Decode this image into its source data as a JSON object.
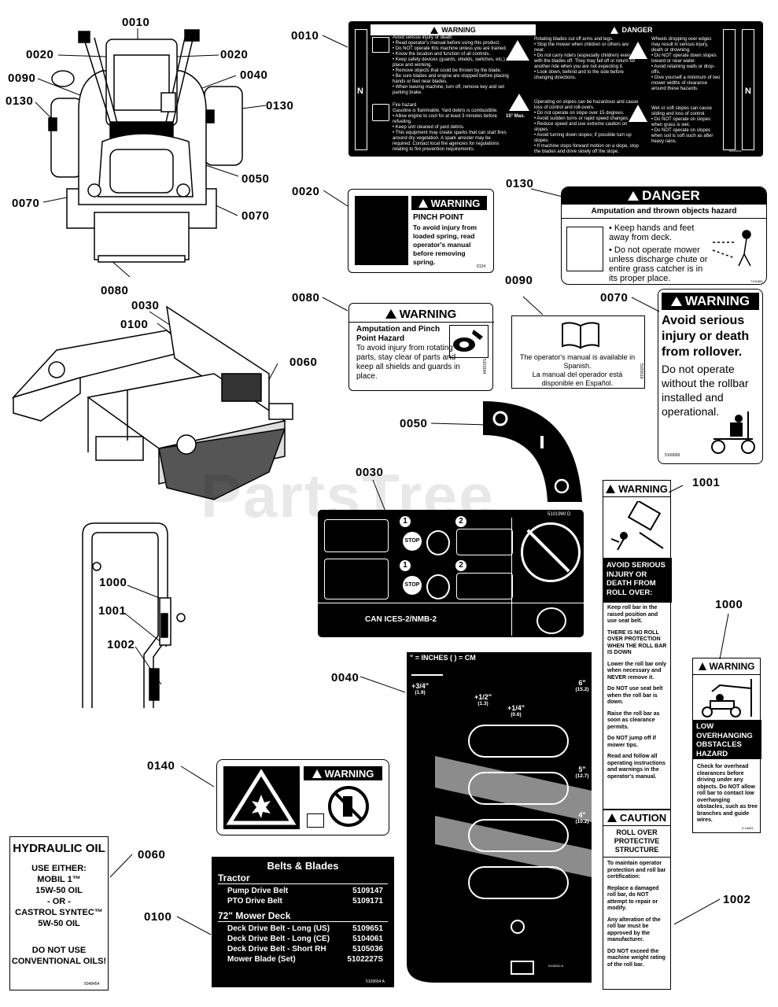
{
  "watermark": "PartsTree",
  "callouts": {
    "c0010a": "0010",
    "c0020a": "0020",
    "c0020b": "0020",
    "c0090a": "0090",
    "c0040a": "0040",
    "c0130a": "0130",
    "c0130b": "0130",
    "c0050a": "0050",
    "c0070a": "0070",
    "c0070b": "0070",
    "c0080a": "0080",
    "c0030a": "0030",
    "c0100a": "0100",
    "c0060a": "0060",
    "c1000a": "1000",
    "c1001a": "1001",
    "c1002a": "1002",
    "c0010b": "0010",
    "c0020c": "0020",
    "c0130c": "0130",
    "c0080b": "0080",
    "c0090b": "0090",
    "c0070c": "0070",
    "c0050b": "0050",
    "c0030b": "0030",
    "c1001b": "1001",
    "c1000b": "1000",
    "c0040b": "0040",
    "c0140": "0140",
    "c0060b": "0060",
    "c0100b": "0100",
    "c1002b": "1002"
  },
  "d0010": {
    "warning": "WARNING",
    "danger": "DANGER",
    "l1_title": "Avoid serious injury or death",
    "l1_lines": [
      "• Read operator's manual before using this product.",
      "• Do NOT operate this machine unless you are trained.",
      "• Know the location and function of all controls.",
      "• Keep safety devices (guards, shields, switches, etc.) in place and working.",
      "• Remove objects that could be thrown by the blade.",
      "• Be sure blades and engine are stopped before placing hands or feet near blades.",
      "• When leaving machine, turn off, remove key and set parking brake."
    ],
    "l2_title": "Fire hazard",
    "l2_lines": [
      "Gasoline is flammable. Yard debris is combustible.",
      "• Allow engine to cool for at least 3 minutes before refueling.",
      "• Keep unit cleaned of yard debris.",
      "• This equipment may create sparks that can start fires around dry vegetation. A spark arrester may be required. Contact local fire agencies for regulations relating to fire prevention requirements."
    ],
    "m1_lines": [
      "Rotating blades cut off arms and legs.",
      "• Stop the mower when children or others are near.",
      "• Do not carry riders (especially children) even with the blades off. They may fall off or return for another ride when you are not expecting it.",
      "• Look down, behind and to the side before changing directions."
    ],
    "m2_lines": [
      "Operating on slopes can be hazardous and cause loss of control and roll-overs.",
      "• Do not operate on slope over 15 degrees.",
      "• Avoid sudden turns or rapid speed changes.",
      "• Reduce speed and use extreme caution on slopes.",
      "• Avoid turning down slopes; if possible turn up slopes.",
      "• If machine stops forward motion on a slope, stop the blades and drive slowly off the slope."
    ],
    "slope": "15° Max.",
    "r1_lines": [
      "Wheels dropping over edges may result in serious injury, death or drowning.",
      "• Do NOT operate down slopes toward or near water.",
      "• Avoid retaining walls or drop-offs.",
      "• Give yourself a minimum of two mower widths of clearance around these hazards."
    ],
    "r2_lines": [
      "Wet or soft slopes can cause sliding and loss of control.",
      "• Do NOT operate on slopes when grass is wet.",
      "• Do NOT operate on slopes when soil is soft such as after heavy rains."
    ],
    "side_n": "N",
    "part": "5101814"
  },
  "d0020": {
    "warning": "WARNING",
    "title": "PINCH POINT",
    "body": "To avoid injury from loaded spring, read operator's manual before removing spring.",
    "part": "6124"
  },
  "d0130": {
    "danger": "DANGER",
    "subtitle": "Amputation and thrown objects hazard",
    "b1": "Keep hands and feet away from deck.",
    "b2": "Do not operate mower unless discharge chute or entire grass catcher is in its proper place.",
    "part": "7101865"
  },
  "d0080": {
    "warning": "WARNING",
    "title": "Amputation and Pinch Point Hazard",
    "body": "To avoid injury from rotating parts, stay clear of parts and keep all shields and guards in place.",
    "part": "5103184"
  },
  "d0090": {
    "en": "The operator's manual is available in Spanish.",
    "es": "La manual del operador está disponible en Español.",
    "part": "5100619"
  },
  "d0070": {
    "warning": "WARNING",
    "title": "Avoid serious injury or death from rollover.",
    "body": "Do not operate without the rollbar installed and operational.",
    "part": "5100683"
  },
  "d0050": {
    "o": "O",
    "i": "I"
  },
  "d0030": {
    "part": "5101990 D",
    "n1": "1",
    "n2": "2",
    "n3": "1",
    "n4": "2",
    "stop1": "STOP",
    "stop2": "STOP",
    "can": "CAN ICES-2/NMB-2"
  },
  "d1001": {
    "warning": "WARNING",
    "title": "AVOID SERIOUS INJURY OR DEATH FROM ROLL OVER:",
    "p1": "Keep roll bar in the raised position and use seat belt.",
    "p2": "THERE IS NO ROLL OVER PROTECTION WHEN THE ROLL BAR IS DOWN",
    "p3": "Lower the roll bar only when necessary and NEVER remove it.",
    "p4": "Do NOT use seat belt when the roll bar is down.",
    "p5": "Raise the roll bar as soon as clearance permits.",
    "p6": "Do NOT jump off if mower tips.",
    "p7": "Read and follow all operating instructions and warnings in the operator's manual."
  },
  "d1000": {
    "warning": "WARNING",
    "title": "LOW OVERHANGING OBSTACLES HAZARD",
    "body": "Check for overhead clearances before driving under any objects. Do NOT allow roll bar to contact low overhanging obstacles, such as tree branches and guide wires.",
    "part": "3-18461"
  },
  "d0040": {
    "legend": "\" = INCHES ( ) = CM",
    "m1": "+3/4\"",
    "m1c": "(1.9)",
    "m2": "+1/2\"",
    "m2c": "(1.3)",
    "m3": "+1/4\"",
    "m3c": "(0.6)",
    "h6": "6\"",
    "h6c": "(15.2)",
    "h5": "5\"",
    "h5c": "(12.7)",
    "h4": "4\"",
    "h4c": "(10.2)",
    "part": "5108342 A"
  },
  "d0140": {
    "warning": "WARNING"
  },
  "d1002": {
    "caution": "CAUTION",
    "title": "ROLL OVER PROTECTIVE STRUCTURE",
    "p1": "To maintain operator protection and roll bar certification:",
    "p2": "Replace a damaged roll bar, do NOT attempt to repair or modify.",
    "p3": "Any alteration of the roll bar must be approved by the manufacturer.",
    "p4": "DO NOT exceed the machine weight rating of the roll bar."
  },
  "d0060": {
    "title": "HYDRAULIC OIL",
    "l1": "USE EITHER:",
    "l2": "MOBIL 1™",
    "l3": "15W-50 OIL",
    "l4": "- OR -",
    "l5": "CASTROL SYNTEC™",
    "l6": "5W-50 OIL",
    "l7": "DO NOT USE",
    "l8": "CONVENTIONAL OILS!",
    "part": "5048454"
  },
  "d0100": {
    "title": "Belts & Blades",
    "s1": "Tractor",
    "rows1": [
      {
        "name": "Pump Drive Belt",
        "num": "5109147"
      },
      {
        "name": "PTO Drive Belt",
        "num": "5109171"
      }
    ],
    "s2": "72\" Mower Deck",
    "rows2": [
      {
        "name": "Deck Drive Belt - Long (US)",
        "num": "5109651"
      },
      {
        "name": "Deck Drive Belt - Long (CE)",
        "num": "5104061"
      },
      {
        "name": "Deck Drive Belt - Short RH",
        "num": "5105036"
      },
      {
        "name": "Mower Blade (Set)",
        "num": "5102227S"
      }
    ],
    "part": "5109654 A"
  },
  "colors": {
    "black": "#000000",
    "white": "#ffffff",
    "grey": "#8c8c8c"
  }
}
